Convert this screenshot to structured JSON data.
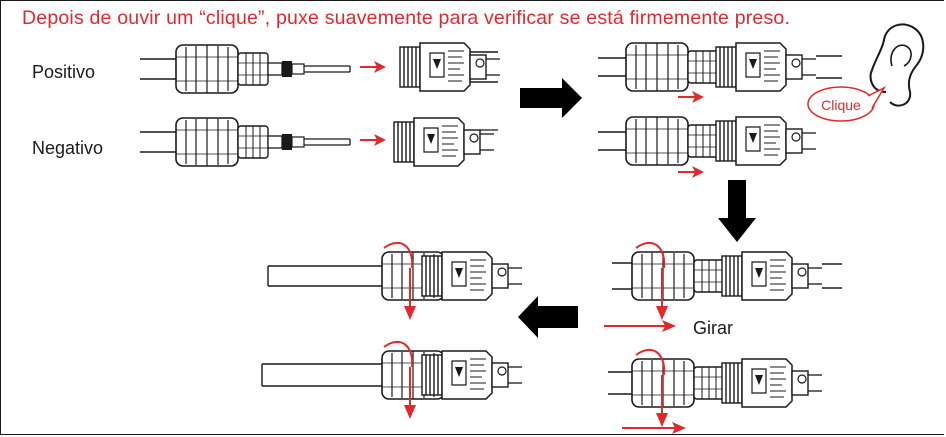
{
  "title": "Depois de ouvir um “clique”, puxe suavemente para verificar se está firmemente preso.",
  "labels": {
    "positive": "Positivo",
    "negative": "Negativo",
    "rotate": "Girar",
    "click": "Clique"
  },
  "steps": [
    {
      "id": 1,
      "description": "insert"
    },
    {
      "id": 2,
      "description": "engaged"
    },
    {
      "id": 3,
      "description": "rotate nut"
    },
    {
      "id": 4,
      "description": "done"
    }
  ],
  "colors": {
    "accent": "#e0292b",
    "line": "#1a1a1a",
    "flow_arrow": "#000000"
  },
  "icons": [
    "ear-icon",
    "flow-arrow-right",
    "flow-arrow-down",
    "flow-arrow-left",
    "push-arrow",
    "rotate-arrow"
  ]
}
